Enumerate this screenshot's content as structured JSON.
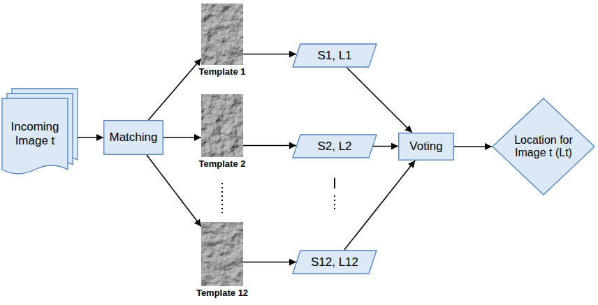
{
  "diagram": {
    "nodes": [
      {
        "text": [
          "Incoming Image t"
        ]
      },
      {
        "text": [
          "Matching"
        ]
      },
      {
        "text": [
          "Template 1"
        ]
      },
      {
        "text": [
          "Template 2"
        ]
      },
      {
        "text": [
          "Template 12"
        ]
      },
      {
        "text": [
          "S1, L1"
        ]
      },
      {
        "text": [
          "S2, L2"
        ]
      },
      {
        "text": [
          "S12, L12"
        ]
      },
      {
        "text": [
          "Voting"
        ]
      },
      {
        "text": [
          "Location for Image t (Lt)"
        ]
      }
    ],
    "edges": [
      {
        "from": 0,
        "to": 1,
        "arrow": "to"
      },
      {
        "from": 1,
        "to": 2,
        "arrow": "to"
      },
      {
        "from": 1,
        "to": 3,
        "arrow": "to"
      },
      {
        "from": 1,
        "to": 4,
        "arrow": "to"
      },
      {
        "from": 2,
        "to": 5,
        "arrow": "to"
      },
      {
        "from": 3,
        "to": 6,
        "arrow": "to"
      },
      {
        "from": 4,
        "to": 7,
        "arrow": "to"
      },
      {
        "from": 5,
        "to": 8,
        "arrow": "to"
      },
      {
        "from": 6,
        "to": 8,
        "arrow": "to"
      },
      {
        "from": 7,
        "to": 8,
        "arrow": "to"
      },
      {
        "from": 8,
        "to": 9,
        "arrow": "to"
      }
    ]
  }
}
